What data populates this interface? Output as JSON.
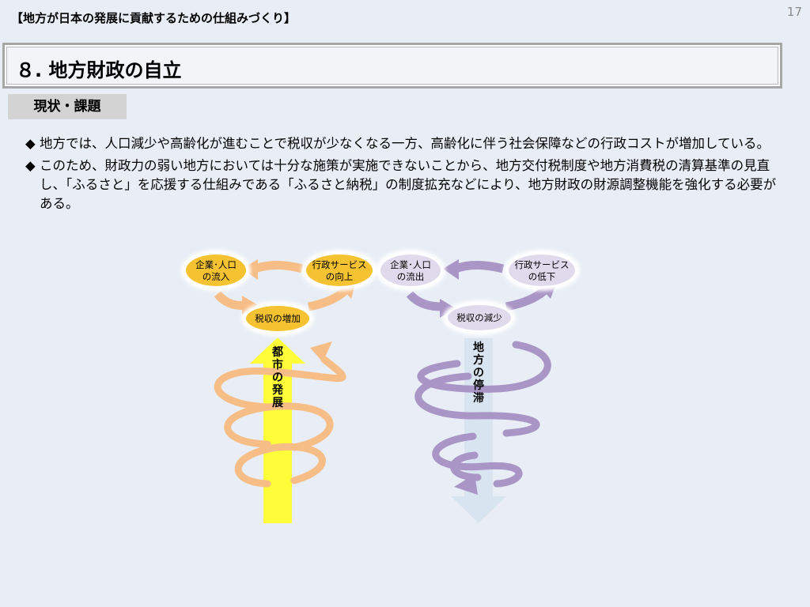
{
  "header": {
    "title": "【地方が日本の発展に貢献するための仕組みづくり】",
    "page_number": "17"
  },
  "section_title": "８. 地方財政の自立",
  "tag": "現状・課題",
  "bullets": [
    "地方では、人口減少や高齢化が進むことで税収が少なくなる一方、高齢化に伴う社会保障などの行政コストが増加している。",
    "このため、財政力の弱い地方においては十分な施策が実施できないことから、地方交付税制度や地方消費税の清算基準の見直し、「ふるさと」を応援する仕組みである「ふるさと納税」の制度拡充などにより、地方財政の財源調整機能を強化する必要がある。"
  ],
  "diagram": {
    "left": {
      "node_inflow": [
        "企業･人口",
        "の流入"
      ],
      "node_service": [
        "行政サービス",
        "の向上"
      ],
      "node_tax": "税収の増加",
      "arrow_label": [
        "都",
        "市",
        "の",
        "発",
        "展"
      ],
      "colors": {
        "node": "#f5c232",
        "loop": "#f6bd86",
        "arrow": "#fdfd3a"
      }
    },
    "right": {
      "node_outflow": [
        "企業･人口",
        "の流出"
      ],
      "node_service": [
        "行政サービス",
        "の低下"
      ],
      "node_tax": "税収の減少",
      "arrow_label": [
        "地",
        "方",
        "の",
        "停",
        "滞"
      ],
      "colors": {
        "node": "#e0dbec",
        "loop": "#a995c6",
        "arrow": "#d9e4f1"
      }
    }
  }
}
